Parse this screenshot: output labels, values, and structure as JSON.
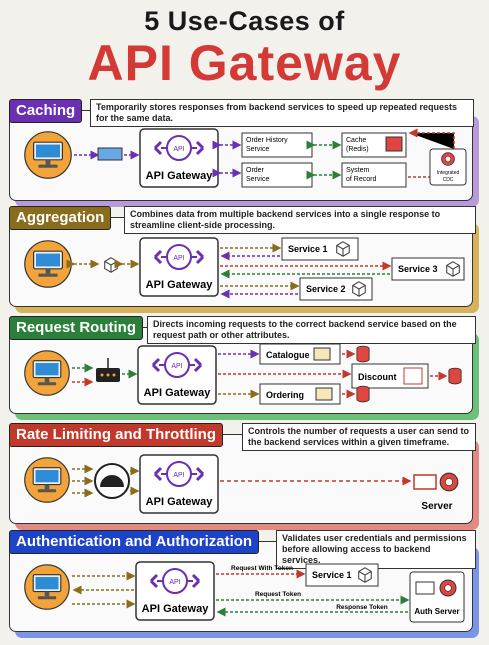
{
  "title_line1": "5 Use-Cases of",
  "title_line2": "API Gateway",
  "gateway_label": "API Gateway",
  "gateway_logo_text": "API",
  "colors": {
    "title_red": "#d33a36",
    "purple": "#6a2fb3",
    "olive": "#8a6d1c",
    "green": "#2a7f3a",
    "red": "#c0392b",
    "blue": "#1d43c8"
  },
  "sections": {
    "caching": {
      "tag": "Caching",
      "desc": "Temporarily stores responses from backend services to speed up repeated requests for the same data.",
      "order_history": "Order History Service",
      "order_service": "Order Service",
      "cache": "Cache (Redis)",
      "system_of_record": "System of Record",
      "integrated_cdc": "Integrated CDC"
    },
    "aggregation": {
      "tag": "Aggregation",
      "desc": "Combines data from multiple backend services into a single response to streamline client-side processing.",
      "service1": "Service 1",
      "service2": "Service 2",
      "service3": "Service 3"
    },
    "routing": {
      "tag": "Request Routing",
      "desc": "Directs incoming requests to the correct backend service based on the request path or other attributes.",
      "catalogue": "Catalogue",
      "discount": "Discount",
      "ordering": "Ordering"
    },
    "rate": {
      "tag": "Rate Limiting and Throttling",
      "desc": "Controls the number of requests a user can send to the backend services within a given timeframe.",
      "server": "Server"
    },
    "auth": {
      "tag": "Authentication and Authorization",
      "desc": "Validates user credentials and permissions before allowing access to backend services.",
      "service1": "Service 1",
      "auth_server": "Auth Server",
      "request_with_token": "Request With Token",
      "request_token": "Request Token",
      "response_token": "Response Token"
    }
  }
}
